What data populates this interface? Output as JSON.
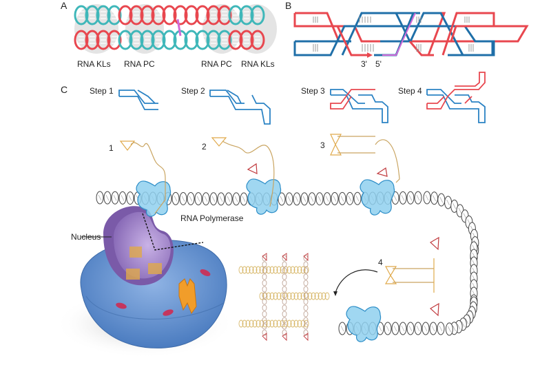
{
  "panels": {
    "a": "A",
    "b": "B",
    "c": "C"
  },
  "panel_a": {
    "labels": [
      "RNA KLs",
      "RNA PC",
      "RNA PC",
      "RNA KLs"
    ]
  },
  "panel_b": {
    "end_3": "3'",
    "end_5": "5'"
  },
  "panel_c": {
    "steps": [
      "Step 1",
      "Step 2",
      "Step 3",
      "Step 4"
    ],
    "stage_numbers": [
      "1",
      "2",
      "3",
      "4"
    ],
    "polymerase_label": "RNA Polymerase",
    "nucleus_label": "Nucleus"
  },
  "colors": {
    "red_strand": "#e8474f",
    "teal_strand": "#3fb7b9",
    "blue_strand": "#1f6fa8",
    "pink_crossover": "#d26ad8",
    "polymerase": "#8fd0ef",
    "rna_orange": "#e0a94a",
    "cell": "#5f8fcf",
    "nucleus": "#8a6cb8"
  }
}
